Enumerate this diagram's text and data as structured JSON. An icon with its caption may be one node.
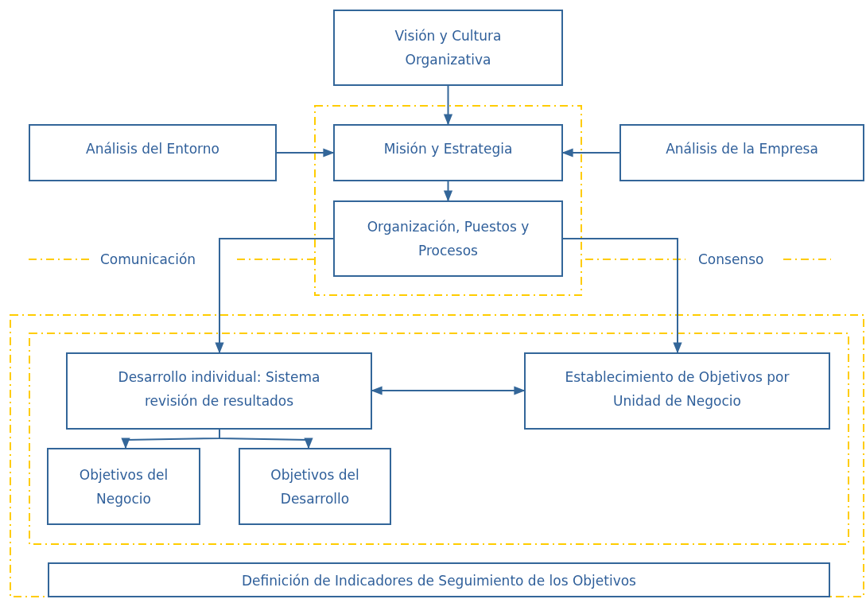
{
  "diagram": {
    "nodes": [
      {
        "text": [
          "Visión y Cultura Organizativa"
        ]
      },
      {
        "text": [],
        "shape": "box"
      },
      {
        "text": [
          "Análisis del Entorno"
        ]
      },
      {
        "text": [
          "Misión y Estrategia"
        ],
        "in": 1
      },
      {
        "text": [
          "Análisis de la Empresa"
        ]
      },
      {
        "text": [
          "Organización, Puestos y Procesos"
        ],
        "in": 1
      },
      {
        "text": [],
        "shape": "box"
      },
      {
        "text": [],
        "shape": "box",
        "in": 6
      },
      {
        "text": [
          "Desarrollo individual: Sistema revisión de resultados"
        ],
        "in": 7
      },
      {
        "text": [
          "Establecimiento de Objetivos por Unidad de Negocio"
        ],
        "in": 7
      },
      {
        "text": [
          "Objetivos del Negocio"
        ],
        "in": 7
      },
      {
        "text": [
          "Objetivos del Desarrollo"
        ],
        "in": 7
      },
      {
        "text": [
          "Definición de Indicadores de Seguimiento de los Objetivos"
        ],
        "in": 6
      }
    ],
    "edges": [
      {
        "from": 0,
        "to": 3,
        "arrow": "to"
      },
      {
        "from": 2,
        "to": 3,
        "arrow": "to"
      },
      {
        "from": 4,
        "to": 3,
        "arrow": "to"
      },
      {
        "from": 3,
        "to": 5,
        "arrow": "to"
      },
      {
        "from": 5,
        "to": 8,
        "arrow": "to"
      },
      {
        "from": 5,
        "to": 9,
        "arrow": "to"
      },
      {
        "from": 8,
        "to": 9,
        "arrow": "both"
      },
      {
        "from": 8,
        "to": 10,
        "arrow": "to"
      },
      {
        "from": 8,
        "to": 11,
        "arrow": "to"
      }
    ],
    "labels": [
      "Comunicación",
      "Consenso"
    ]
  }
}
